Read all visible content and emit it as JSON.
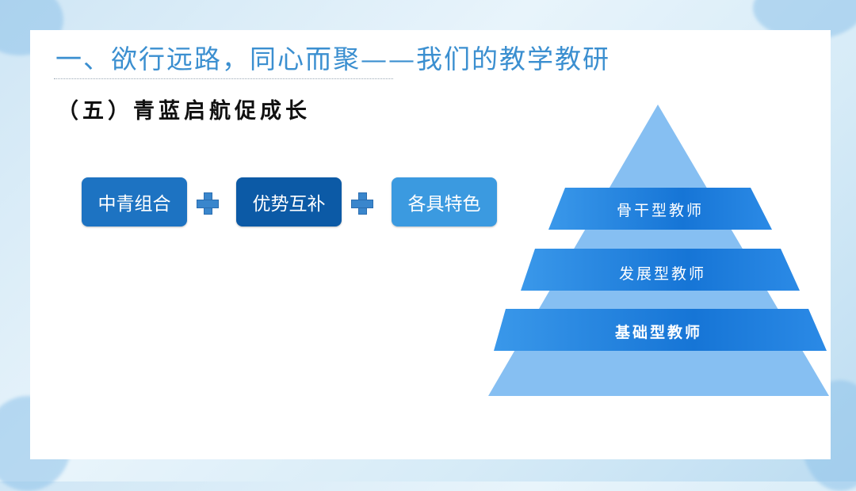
{
  "header": {
    "title": "一、欲行远路，同心而聚——我们的教学教研",
    "subtitle": "（五）青蓝启航促成长"
  },
  "formula": {
    "items": [
      {
        "label": "中青组合",
        "color": "#1d73c2"
      },
      {
        "label": "优势互补",
        "color": "#0c5aa6"
      },
      {
        "label": "各具特色",
        "color": "#3b9ae0"
      }
    ],
    "operator_icon": "plus-icon"
  },
  "pyramid": {
    "base_color": "#86bff2",
    "band_color": "#1f80de",
    "levels": [
      {
        "label": "骨干型教师"
      },
      {
        "label": "发展型教师"
      },
      {
        "label": "基础型教师"
      }
    ]
  }
}
